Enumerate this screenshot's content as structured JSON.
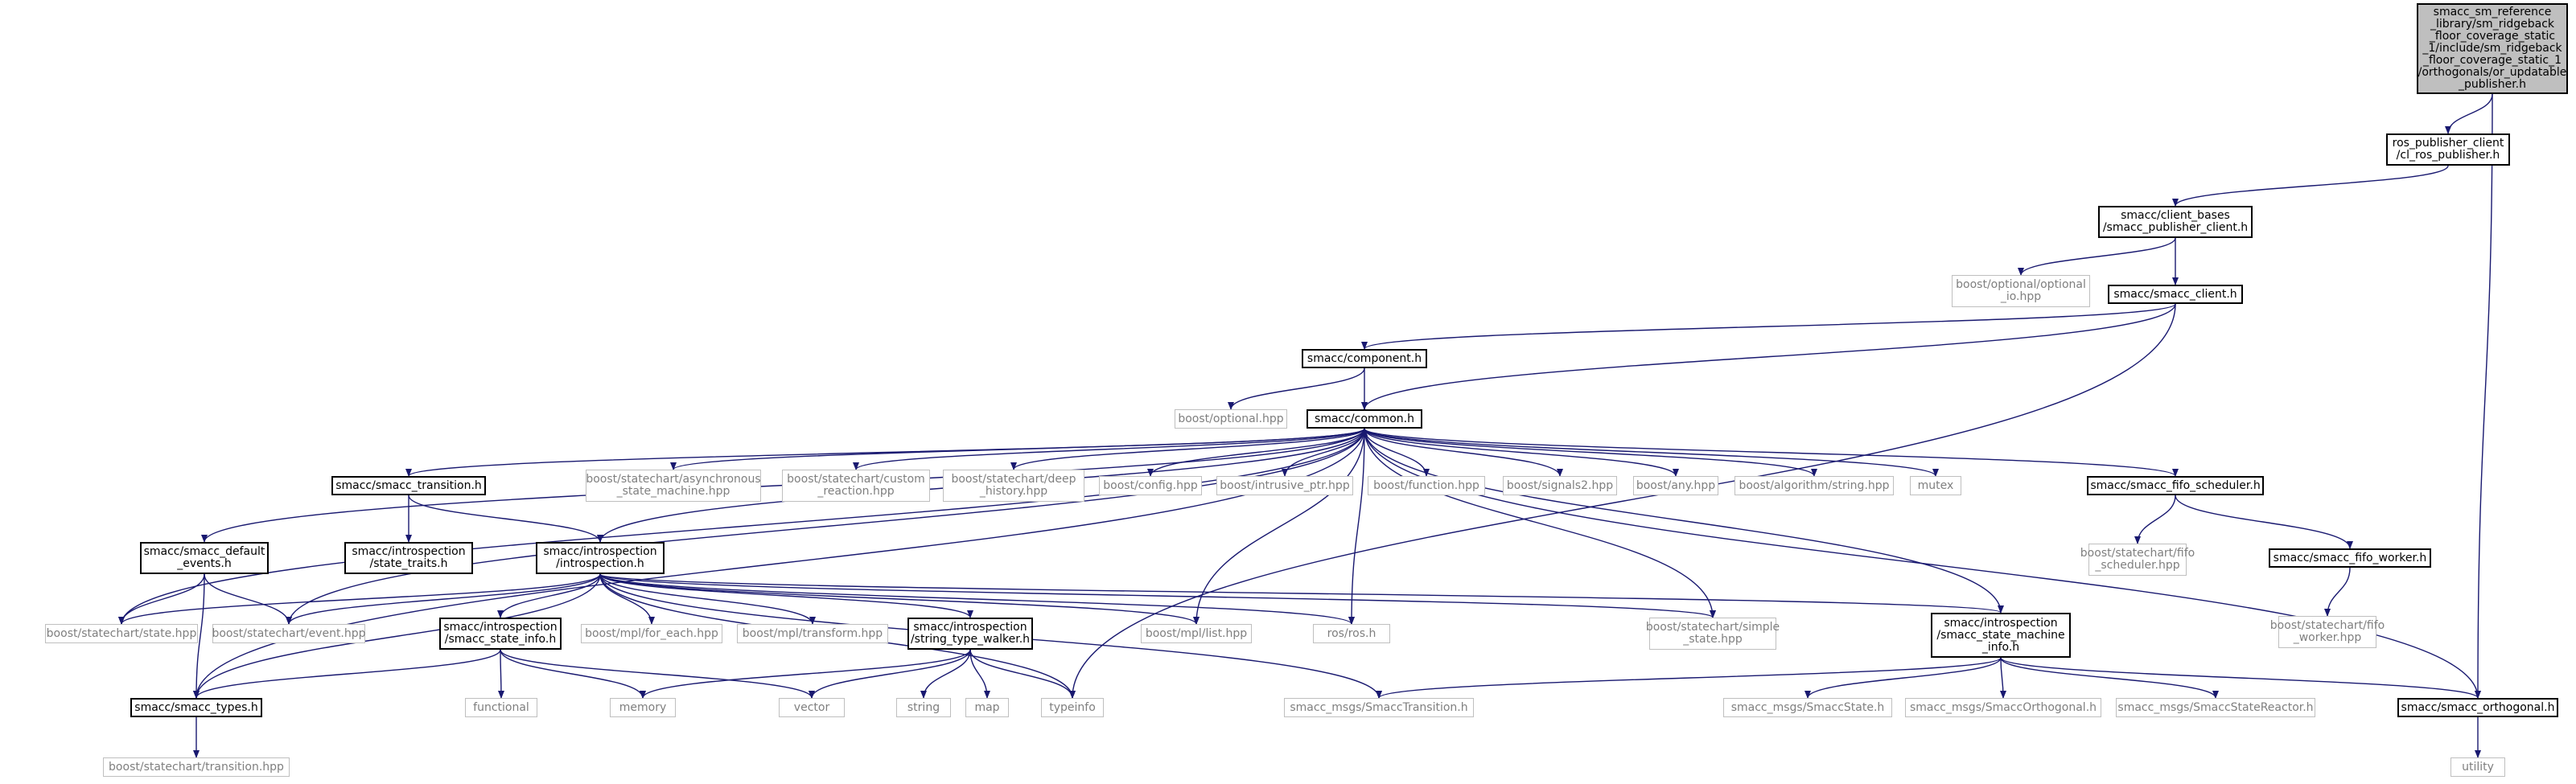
{
  "colors": {
    "edge": "#191970",
    "root_fill": "#bfbfbf",
    "solid_border": "#000000",
    "external_border": "#bfbfbf",
    "external_text": "#7f7f7f"
  },
  "nodes": {
    "root": "smacc_sm_reference\n_library/sm_ridgeback\n_floor_coverage_static\n_1/include/sm_ridgeback\n_floor_coverage_static_1\n/orthogonals/or_updatable\n_publisher.h",
    "ros_publisher": "ros_publisher_client\n/cl_ros_publisher.h",
    "publisher_client": "smacc/client_bases\n/smacc_publisher_client.h",
    "optional_io": "boost/optional/optional\n_io.hpp",
    "smacc_client": "smacc/smacc_client.h",
    "component": "smacc/component.h",
    "optional": "boost/optional.hpp",
    "common": "smacc/common.h",
    "transition": "smacc/smacc_transition.h",
    "async_sm": "boost/statechart/asynchronous\n_state_machine.hpp",
    "custom_reaction": "boost/statechart/custom\n_reaction.hpp",
    "deep_history": "boost/statechart/deep\n_history.hpp",
    "config": "boost/config.hpp",
    "intrusive_ptr": "boost/intrusive_ptr.hpp",
    "function": "boost/function.hpp",
    "signals2": "boost/signals2.hpp",
    "any": "boost/any.hpp",
    "algo_string": "boost/algorithm/string.hpp",
    "mutex": "mutex",
    "fifo_scheduler": "smacc/smacc_fifo_scheduler.h",
    "sc_fifo_scheduler": "boost/statechart/fifo\n_scheduler.hpp",
    "fifo_worker": "smacc/smacc_fifo_worker.h",
    "sc_fifo_worker": "boost/statechart/fifo\n_worker.hpp",
    "default_events": "smacc/smacc_default\n_events.h",
    "state_traits": "smacc/introspection\n/state_traits.h",
    "introspection": "smacc/introspection\n/introspection.h",
    "state_hpp": "boost/statechart/state.hpp",
    "event_hpp": "boost/statechart/event.hpp",
    "state_info": "smacc/introspection\n/smacc_state_info.h",
    "for_each": "boost/mpl/for_each.hpp",
    "mpl_transform": "boost/mpl/transform.hpp",
    "string_walker": "smacc/introspection\n/string_type_walker.h",
    "mpl_list": "boost/mpl/list.hpp",
    "ros_h": "ros/ros.h",
    "simple_state": "boost/statechart/simple\n_state.hpp",
    "sm_info": "smacc/introspection\n/smacc_state_machine\n_info.h",
    "types": "smacc/smacc_types.h",
    "functional": "functional",
    "memory": "memory",
    "vector": "vector",
    "string": "string",
    "map": "map",
    "typeinfo": "typeinfo",
    "msg_transition": "smacc_msgs/SmaccTransition.h",
    "msg_state": "smacc_msgs/SmaccState.h",
    "msg_orthogonal": "smacc_msgs/SmaccOrthogonal.h",
    "msg_reactor": "smacc_msgs/SmaccStateReactor.h",
    "orthogonal": "smacc/smacc_orthogonal.h",
    "sc_transition": "boost/statechart/transition.hpp",
    "utility": "utility"
  }
}
